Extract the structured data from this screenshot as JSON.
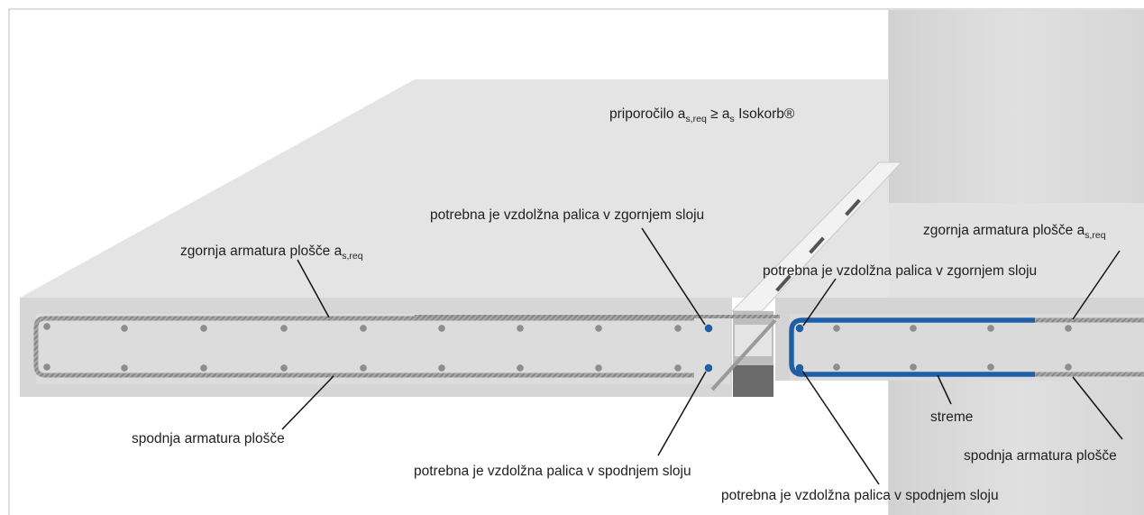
{
  "labels": {
    "recommendation": {
      "prefix": "priporočilo a",
      "sub1": "s,req",
      "mid": " ≥ a",
      "sub2": "s",
      "suffix": " Isokorb®"
    },
    "top_left": {
      "text": "zgornja armatura plošče a",
      "sub": "s,req"
    },
    "top_right": {
      "text": "zgornja armatura plošče a",
      "sub": "s,req"
    },
    "bottom_left": "spodnja armatura plošče",
    "bottom_right": "spodnja armatura plošče",
    "longitudinal_top_1": "potrebna je vzdolžna palica v zgornjem sloju",
    "longitudinal_top_2": "potrebna je vzdolžna palica v zgornjem sloju",
    "longitudinal_bottom_1": "potrebna je vzdolžna palica v spodnjem sloju",
    "longitudinal_bottom_2": "potrebna je vzdolžna palica v spodnjem sloju",
    "stirrup": "streme"
  },
  "colors": {
    "slab_top": "#e4e4e4",
    "slab_front": "#d8d8d8",
    "wall": "#dadada",
    "rebar": "#9a9a9a",
    "rebar_highlight": "#1f5fa8",
    "leader": "#111111"
  }
}
